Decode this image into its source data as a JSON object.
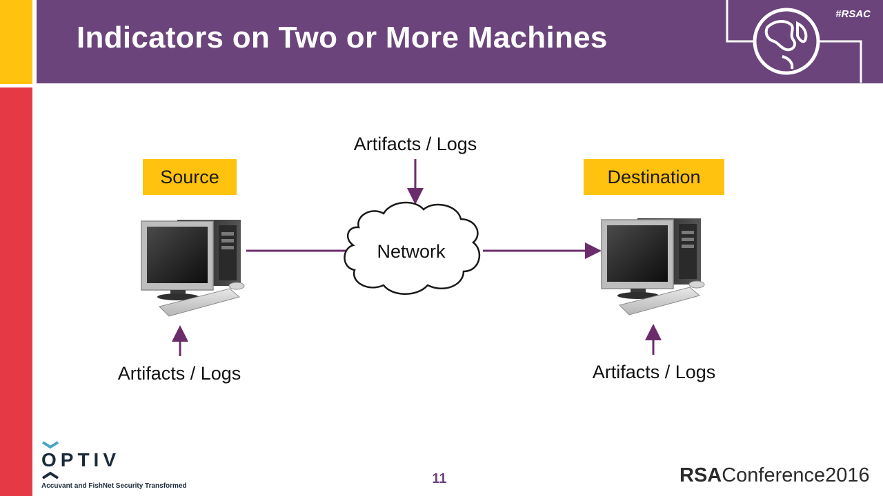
{
  "slide": {
    "title": "Indicators on Two or More Machines",
    "hashtag": "#RSAC",
    "page_number": "11"
  },
  "diagram": {
    "source_label": "Source",
    "destination_label": "Destination",
    "network_label": "Network",
    "artifacts_top": "Artifacts / Logs",
    "artifacts_source": "Artifacts / Logs",
    "artifacts_destination": "Artifacts / Logs"
  },
  "footer": {
    "optiv_name": "OPTIV",
    "optiv_tagline": "Accuvant and FishNet Security Transformed",
    "rsa_brand": "RSA",
    "rsa_event": "Conference2016"
  },
  "colors": {
    "purple": "#6b447c",
    "yellow": "#ffc20e",
    "red": "#e63946",
    "optiv_blue": "#4aa3c9"
  }
}
